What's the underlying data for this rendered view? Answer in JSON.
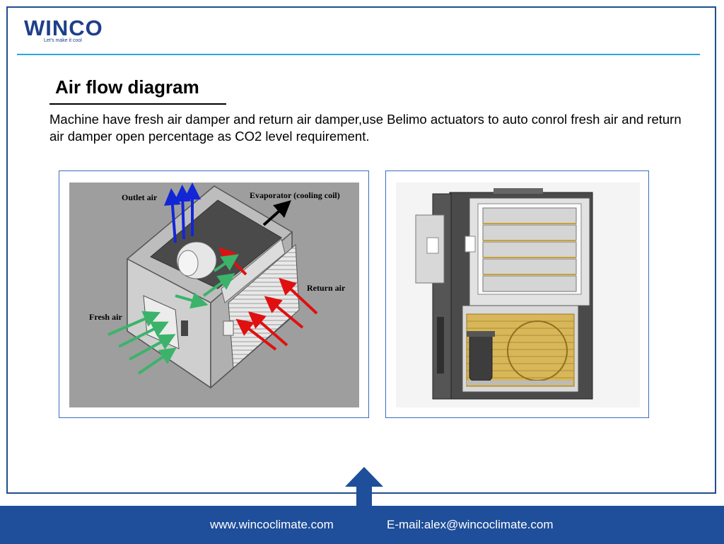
{
  "brand": {
    "name": "WINCO",
    "tagline": "Let's make it cool",
    "color": "#1f3f8a"
  },
  "slide": {
    "title": "Air flow diagram",
    "description": "Machine have fresh air damper and return air damper,use Belimo actuators to auto conrol fresh air and return air damper open percentage as CO2 level requirement."
  },
  "diagram": {
    "labels": {
      "outlet": "Outlet air",
      "evaporator": "Evaporator (cooling coil)",
      "return": "Return air",
      "fresh": "Fresh air"
    },
    "colors": {
      "outlet": "#1226d6",
      "return": "#e01010",
      "fresh": "#3cb36a"
    }
  },
  "footer": {
    "website": "www.wincoclimate.com",
    "email": "E-mail:alex@wincoclimate.com",
    "background": "#1f4e9a"
  }
}
